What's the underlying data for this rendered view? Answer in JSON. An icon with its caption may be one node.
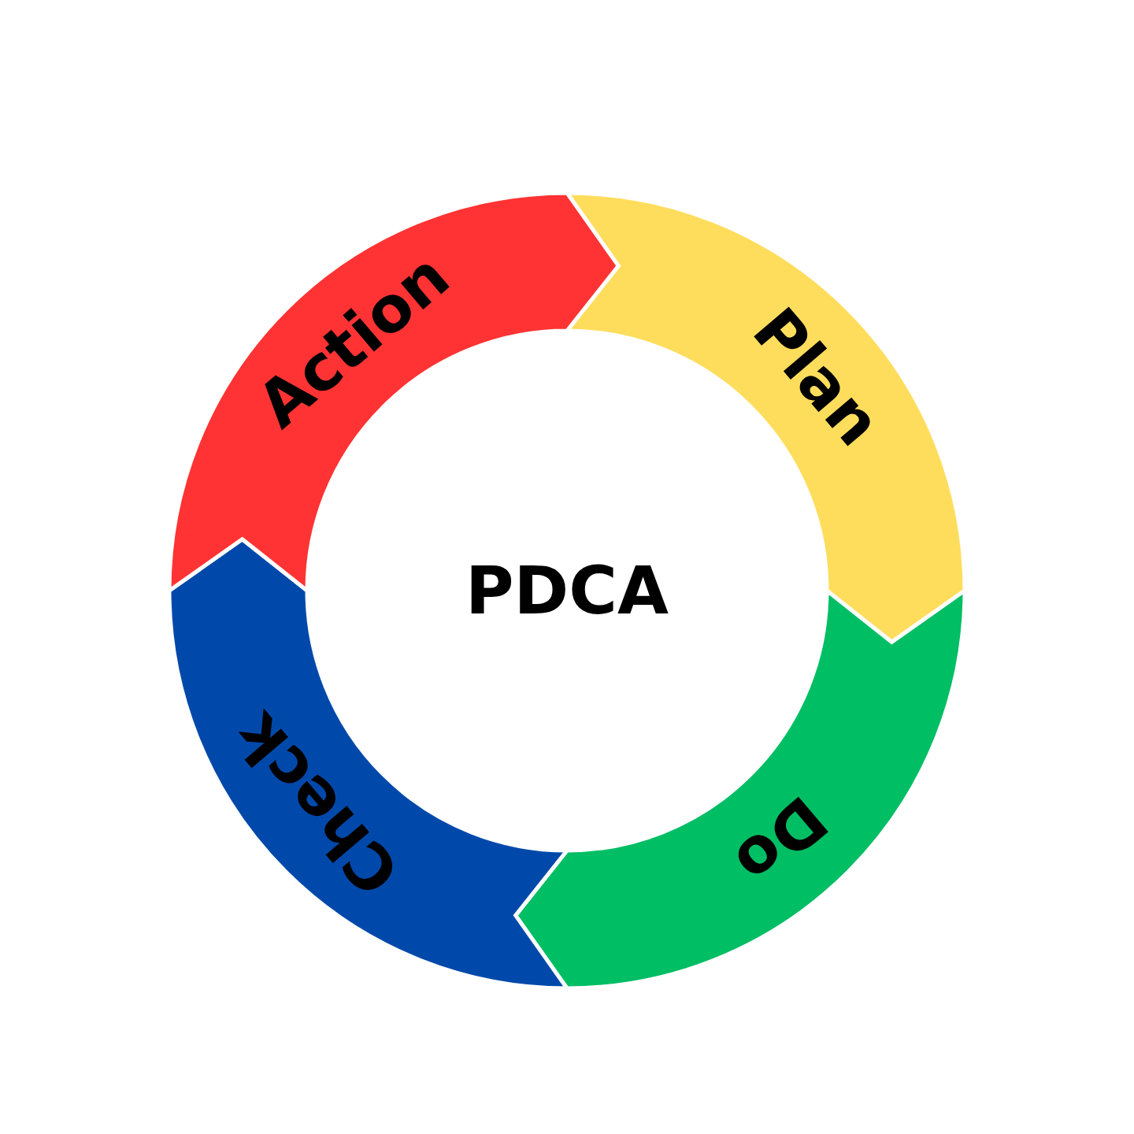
{
  "diagram": {
    "nodes": [
      {
        "text": [
          "Plan"
        ]
      },
      {
        "text": [
          "Do"
        ]
      },
      {
        "text": [
          "Check"
        ]
      },
      {
        "text": [
          "Action"
        ]
      }
    ],
    "labels": [
      "PDCA"
    ]
  }
}
